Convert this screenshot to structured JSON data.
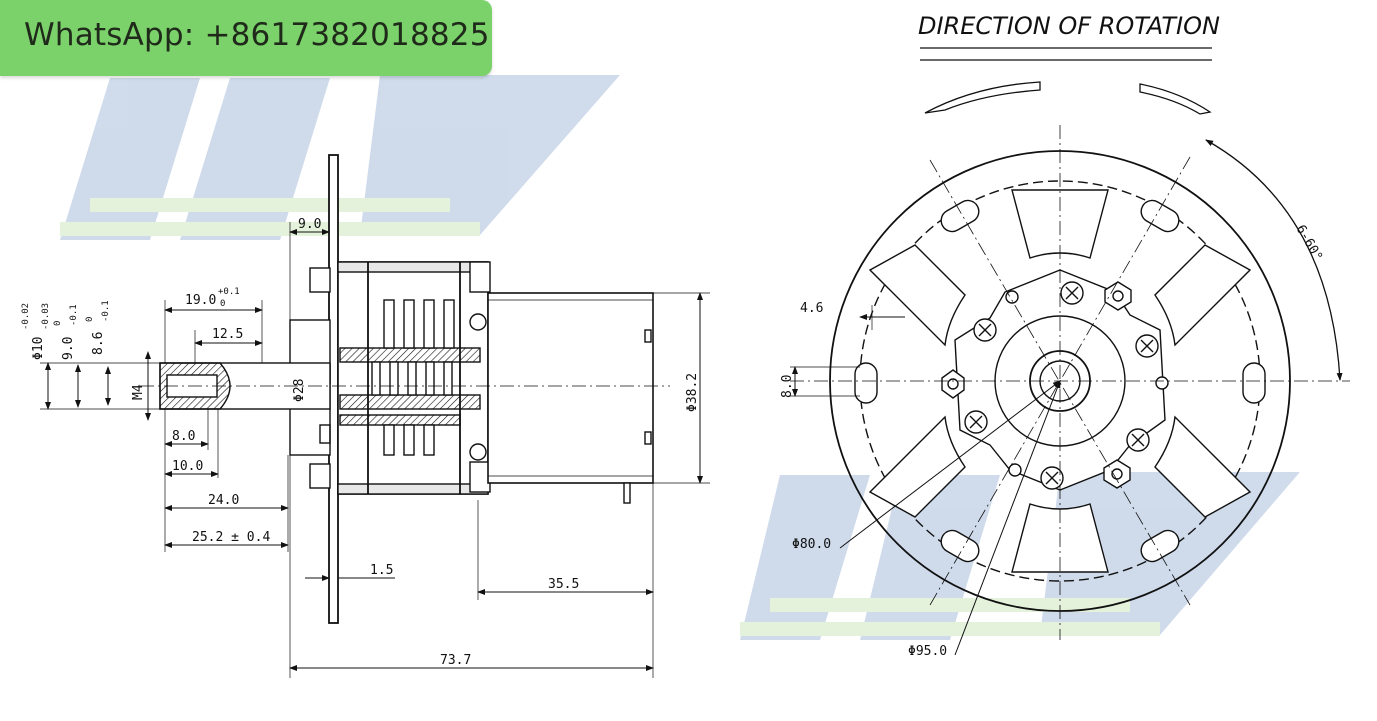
{
  "banner": {
    "text": "WhatsApp: +8617382018825"
  },
  "title": "DIRECTION OF ROTATION",
  "side_view": {
    "dims": {
      "d9": "9.0",
      "d19": "19.0",
      "d19_tol_top": "+0.1",
      "d19_tol_bot": "0",
      "d12_5": "12.5",
      "phi10": "Φ10",
      "phi10_tol_top": "-0.02",
      "phi10_tol_bot": "-0.03",
      "d9_0": "9.0",
      "d9_0_tol_top": "0",
      "d9_0_tol_bot": "-0.1",
      "d8_6": "8.6",
      "d8_6_tol_top": "0",
      "d8_6_tol_bot": "-0.1",
      "m4": "M4",
      "phi28": "Φ28",
      "phi38_2": "Φ38.2",
      "d8_0": "8.0",
      "d10_0": "10.0",
      "d24_0": "24.0",
      "d25_2": "25.2 ± 0.4",
      "d1_5": "1.5",
      "d35_5": "35.5",
      "d73_7": "73.7"
    }
  },
  "front_view": {
    "dims": {
      "d4_6": "4.6",
      "d8_0": "8.0",
      "phi80": "Φ80.0",
      "phi95": "Φ95.0",
      "angle": "6-60°"
    }
  },
  "colors": {
    "banner": "#7bd16a",
    "ink": "#111111",
    "watermark": "#9fb8d8",
    "watermark_green": "#cfe9bf"
  }
}
